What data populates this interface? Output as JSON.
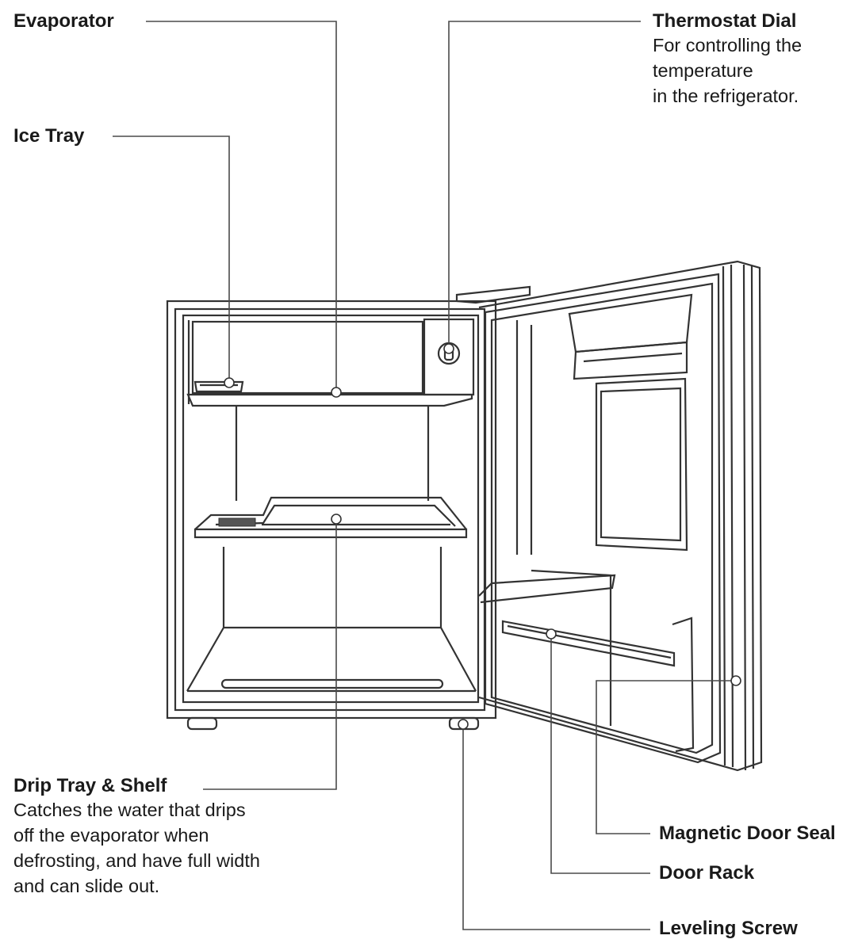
{
  "labels": {
    "evaporator": {
      "title": "Evaporator"
    },
    "ice_tray": {
      "title": "Ice Tray"
    },
    "thermostat_dial": {
      "title": "Thermostat Dial",
      "desc": [
        "For controlling the",
        "temperature",
        "in the refrigerator."
      ]
    },
    "drip_tray_shelf": {
      "title": "Drip Tray & Shelf",
      "desc": [
        "Catches the water that drips",
        "off the evaporator when",
        "defrosting, and have full width",
        "and can slide out."
      ]
    },
    "magnetic_door_seal": {
      "title": "Magnetic Door Seal"
    },
    "door_rack": {
      "title": "Door Rack"
    },
    "leveling_screw": {
      "title": "Leveling Screw"
    }
  },
  "colors": {
    "line": "#333333",
    "evaporator_fill": "#c9c9c9",
    "text": "#1a1a1a"
  }
}
